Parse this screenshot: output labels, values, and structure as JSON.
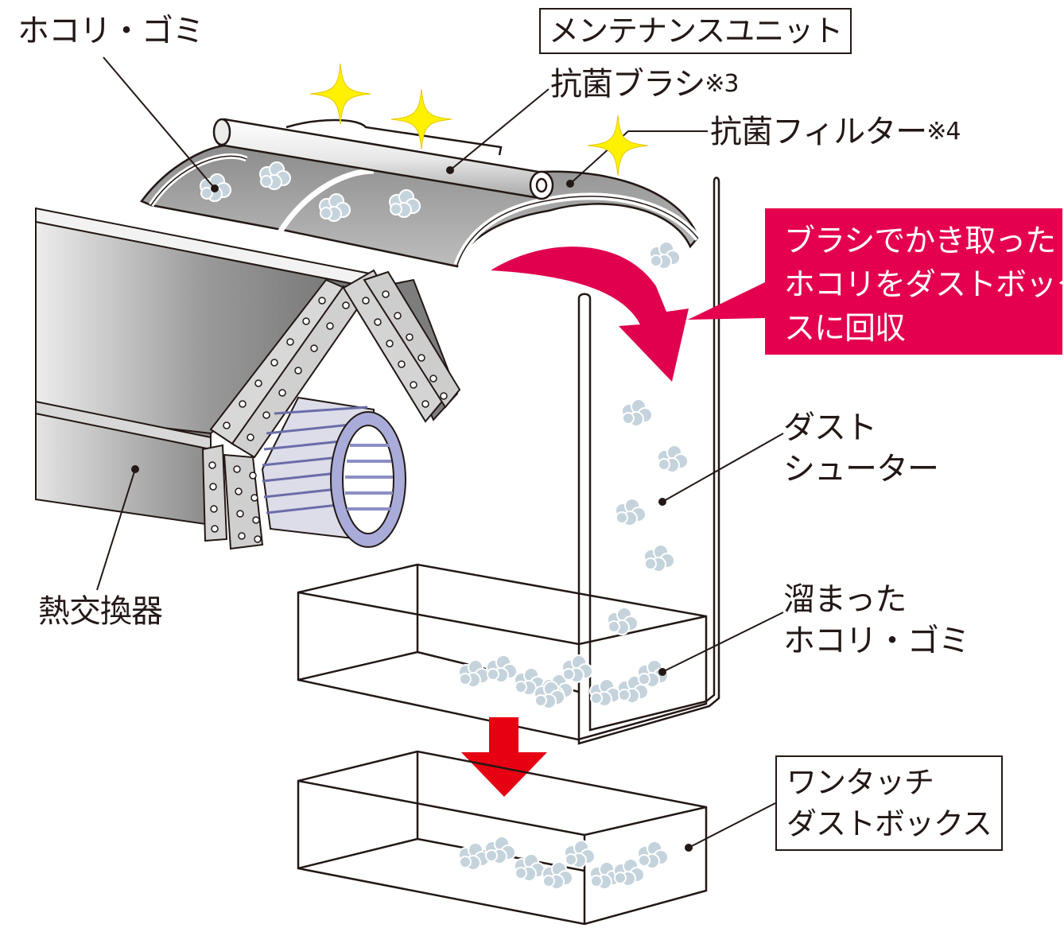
{
  "labels": {
    "dust_top": "ホコリ・ゴミ",
    "maintenance_unit": "メンテナンスユニット",
    "brush": "抗菌ブラシ",
    "brush_note": "※3",
    "filter": "抗菌フィルター",
    "filter_note": "※4",
    "heat_exchanger": "熱交換器",
    "dust_chute_line1": "ダスト",
    "dust_chute_line2": "シューター",
    "accumulated_line1": "溜まった",
    "accumulated_line2": "ホコリ・ゴミ",
    "dustbox_line1": "ワンタッチ",
    "dustbox_line2": "ダストボックス"
  },
  "callout": {
    "line1": "ブラシでかき取った",
    "line2": "ホコリをダストボック",
    "line3": "スに回収",
    "color": "#e4004f"
  },
  "colors": {
    "arrow_pink": "#e0004e",
    "arrow_red": "#e60012",
    "dust": "#c5d3dc",
    "sparkle": "#fff100",
    "fan_blue": "#a9acd9"
  }
}
